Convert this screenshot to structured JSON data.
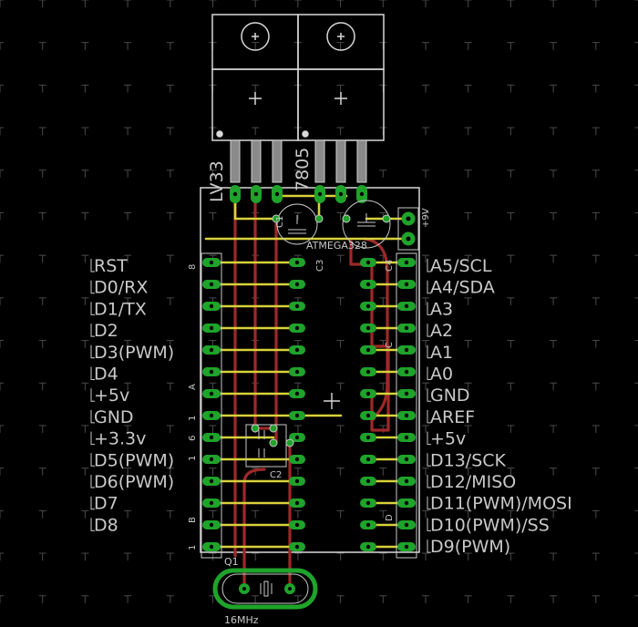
{
  "colors": {
    "background": "#000000",
    "grid": "#3a3a3a",
    "outline": "#d8d8d8",
    "pad_green": "#1fa32b",
    "trace_yellow": "#d7d23a",
    "trace_red": "#9e2828",
    "silk": "#c8c8c8"
  },
  "left_labels": [
    "RST",
    "D0/RX",
    "D1/TX",
    "D2",
    "D3(PWM)",
    "D4",
    "+5v",
    "GND",
    "+3.3v",
    "D5(PWM)",
    "D6(PWM)",
    "D7",
    "D8"
  ],
  "right_labels": [
    "A5/SCL",
    "A4/SDA",
    "A3",
    "A2",
    "A1",
    "A0",
    "GND",
    "AREF",
    "+5v",
    "D13/SCK",
    "D12/MISO",
    "D11(PWM)/MOSI",
    "D10(PWM)/SS",
    "D9(PWM)"
  ],
  "parts": {
    "reg1": "LV33",
    "reg2": "7805",
    "chip": "ATMEGA328",
    "crystal_ref": "Q1",
    "crystal_value": "16MHz",
    "power_in": "+9V",
    "cap_a": "C1",
    "cap_b": "C2",
    "cap_c": "C3",
    "cap_d": "C4"
  },
  "header_marks": {
    "left_a": "8",
    "left_b": "A",
    "left_c": "1",
    "left_d": "6",
    "left_e": "1",
    "left_f": "B",
    "left_g": "1",
    "right_a": "C",
    "right_b": "D"
  }
}
